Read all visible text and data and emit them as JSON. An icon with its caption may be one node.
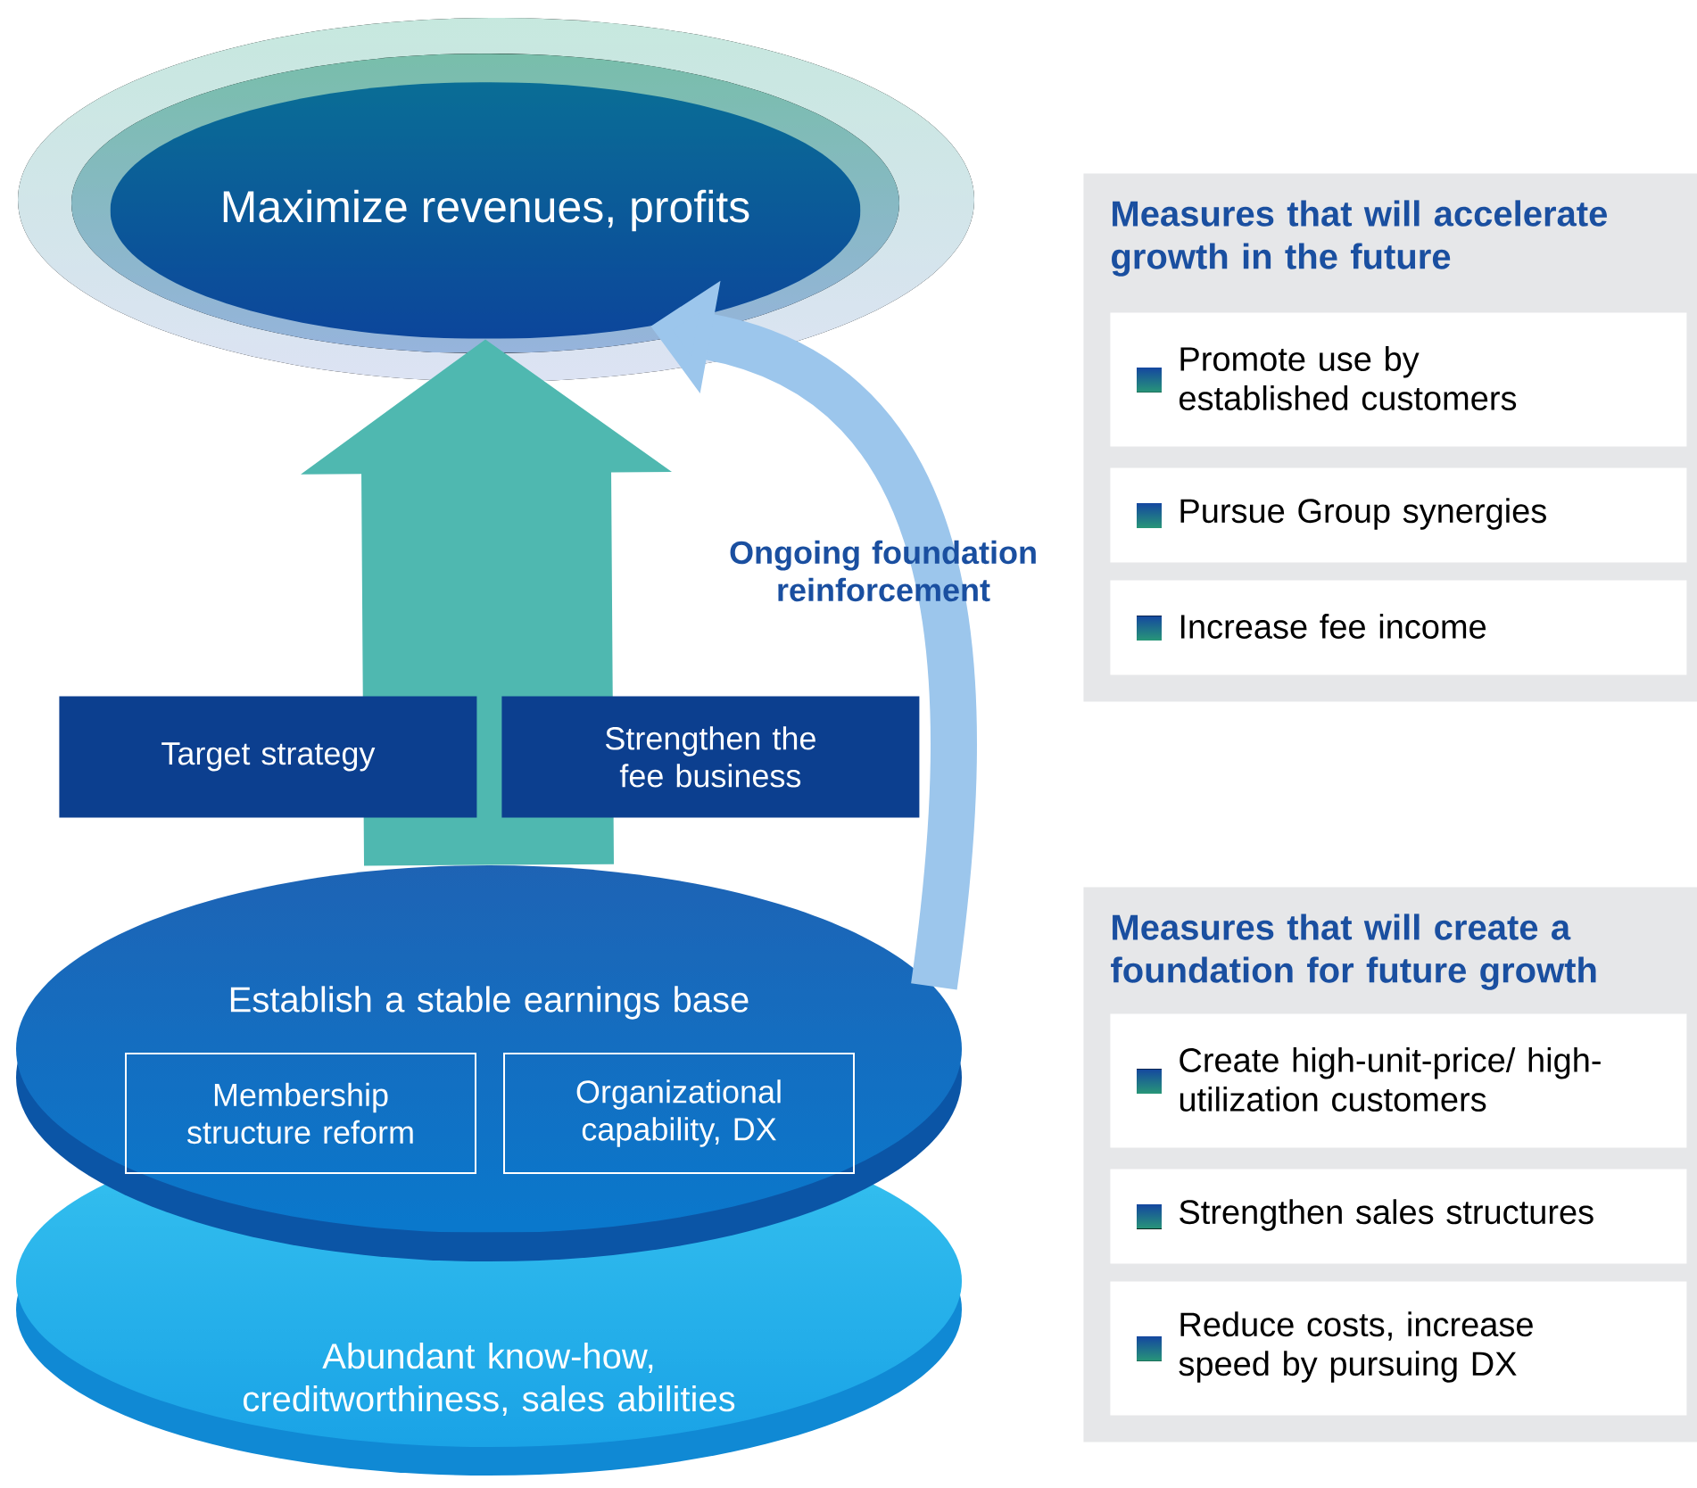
{
  "diagram": {
    "nodes": [
      {
        "text": [
          "Maximize revenues, profits"
        ]
      },
      {
        "text": [
          "Target strategy"
        ]
      },
      {
        "text": [
          "Strengthen the fee business"
        ]
      },
      {
        "text": [
          "Establish a stable earnings base"
        ]
      },
      {
        "text": [
          "Membership structure reform"
        ],
        "in": 3
      },
      {
        "text": [
          "Organizational capability, DX"
        ],
        "in": 3
      },
      {
        "text": [
          "Abundant know-how, creditworthiness, sales abilities"
        ]
      },
      {
        "text": [
          "Measures that will accelerate growth in the future"
        ]
      },
      {
        "text": [
          "Promote use by established customers"
        ],
        "in": 7
      },
      {
        "text": [
          "Pursue Group synergies"
        ],
        "in": 7
      },
      {
        "text": [
          "Increase fee income"
        ],
        "in": 7
      },
      {
        "text": [
          "Measures that will create a foundation for future growth"
        ]
      },
      {
        "text": [
          "Create high-unit-price/ high-utilization customers"
        ],
        "in": 11
      },
      {
        "text": [
          "Strengthen sales structures"
        ],
        "in": 11
      },
      {
        "text": [
          "Reduce costs, increase speed by pursuing DX"
        ],
        "in": 11
      }
    ],
    "edges": [
      {
        "from": 3,
        "to": 0,
        "arrow": "to",
        "style": "thick"
      },
      {
        "from": 3,
        "to": 0,
        "arrow": "to",
        "label": "Ongoing foundation reinforcement"
      }
    ]
  }
}
